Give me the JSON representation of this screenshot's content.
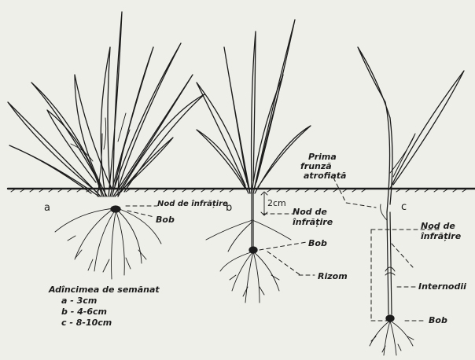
{
  "plant_letters": {
    "a": "a",
    "b": "b",
    "c": "c"
  },
  "labels": {
    "nod_a": "Nod de înfrățire",
    "bob_a": "Bob",
    "two_cm": "2cm",
    "nod_b_1": "Nod de",
    "nod_b_2": "înfrățire",
    "bob_b": "Bob",
    "rizom": "Rizom",
    "prima_1": "Prima",
    "prima_2": "frunză",
    "prima_3": "atrofiată",
    "nod_c_1": "Nod de",
    "nod_c_2": "înfrățire",
    "internodii": "Internodii",
    "bob_c": "Bob"
  },
  "legend": {
    "title": "Adîncimea de semănat",
    "rows": [
      "a - 3cm",
      "b - 4-6cm",
      "c - 8-10cm"
    ]
  },
  "colors": {
    "ink": "#1c1c1c",
    "paper": "#efefea"
  }
}
